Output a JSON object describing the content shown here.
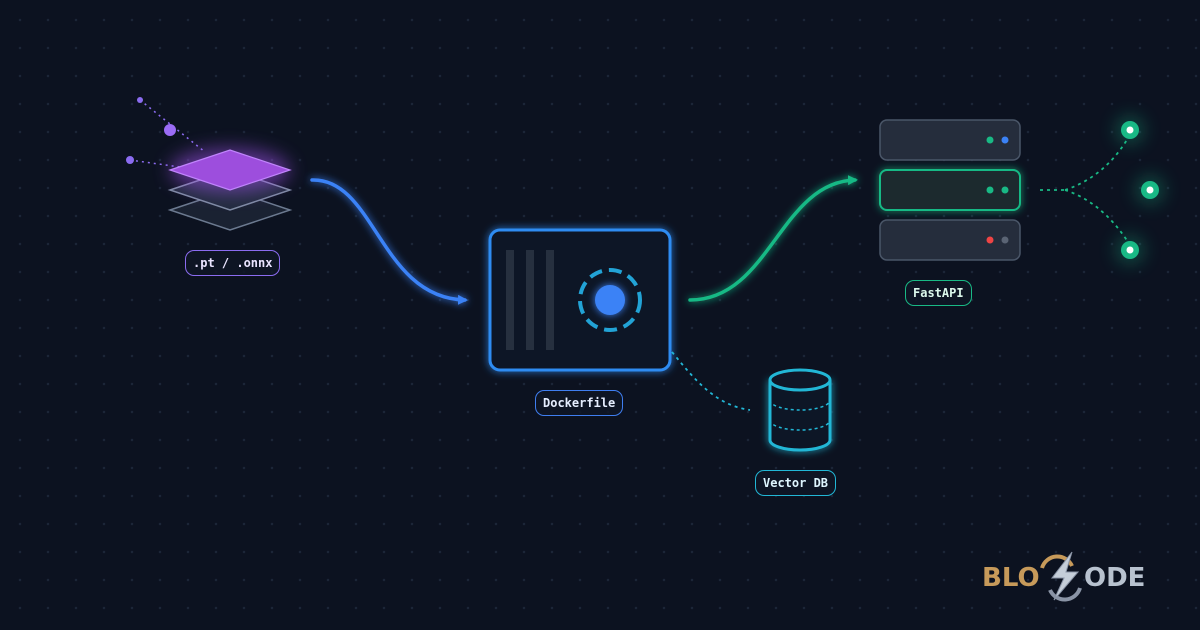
{
  "labels": {
    "model_file": ".pt / .onnx",
    "container": "Dockerfile",
    "database": "Vector DB",
    "api": "FastAPI"
  },
  "logo": {
    "left": "BLO",
    "right": "ODE"
  },
  "colors": {
    "background": "#0c1220",
    "purple": "#a855f7",
    "blue": "#3b82f6",
    "cyan": "#22b7d6",
    "green": "#19b985",
    "red": "#ef4444",
    "logo_gold": "#c79a5a"
  },
  "icons": {
    "model": "layers-icon",
    "container": "docker-container-icon",
    "database": "database-icon",
    "api": "server-rack-icon",
    "endpoints": "network-node-icon"
  }
}
